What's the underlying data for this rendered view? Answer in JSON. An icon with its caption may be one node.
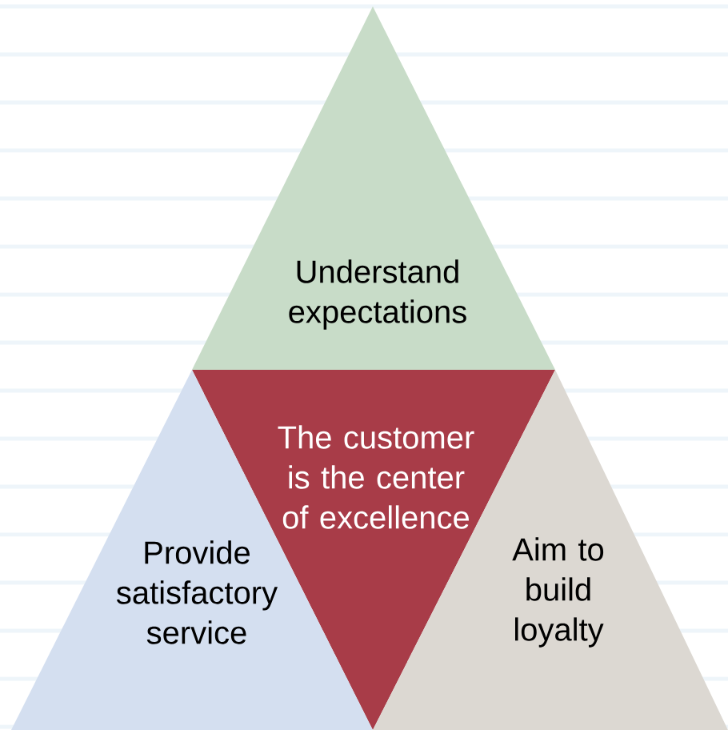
{
  "diagram": {
    "nodes": [
      {
        "text": [
          "Understand expectations"
        ]
      },
      {
        "text": [
          "The customer is the center of excellence"
        ]
      },
      {
        "text": [
          "Provide satisfactory service"
        ]
      },
      {
        "text": [
          "Aim to build loyalty"
        ]
      }
    ]
  }
}
